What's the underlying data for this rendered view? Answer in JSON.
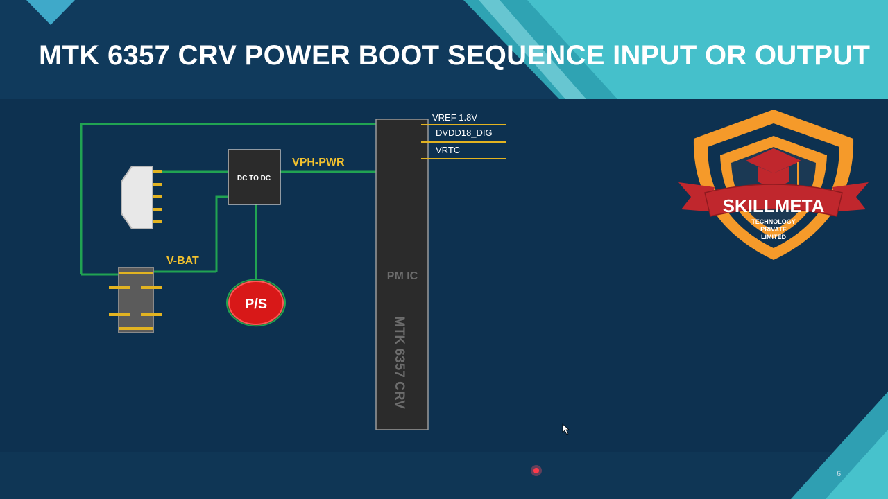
{
  "slide": {
    "title": "MTK 6357 CRV POWER BOOT SEQUENCE INPUT OR OUTPUT",
    "page_number": "6"
  },
  "diagram": {
    "dc_to_dc_label": "DC TO DC",
    "vph_pwr_label": "VPH-PWR",
    "vbat_label": "V-BAT",
    "power_switch_label": "P/S",
    "pmic_label": "PM IC",
    "pmic_model": "MTK 6357 CRV",
    "outputs": [
      "VREF 1.8V",
      "DVDD18_DIG",
      "VRTC"
    ]
  },
  "logo": {
    "brand": "SKILLMETA",
    "tagline_line1": "TECHNOLOGY",
    "tagline_line2": "PRIVATE",
    "tagline_line3": "LIMITED"
  },
  "colors": {
    "background": "#0d3150",
    "wire": "#21a352",
    "label_yellow": "#f2c12e",
    "chip_fill": "#2b2b2b",
    "switch_red": "#d81818",
    "logo_orange": "#f59a2a",
    "logo_red": "#c0272d"
  }
}
